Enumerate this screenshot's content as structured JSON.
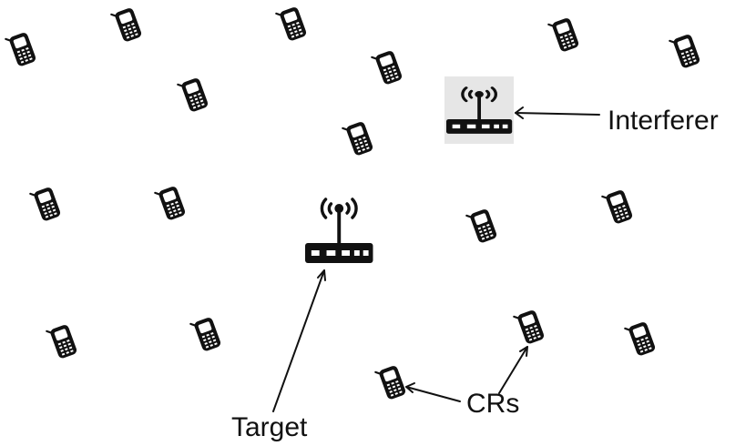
{
  "labels": {
    "interferer": "Interferer",
    "target": "Target",
    "crs": "CRs"
  },
  "icons": {
    "phone": "cell-phone-icon",
    "target_router": "wifi-router-icon",
    "interferer_router": "wifi-router-icon"
  },
  "colors": {
    "ink": "#111111",
    "interferer_bg": "#e6e6e6"
  }
}
